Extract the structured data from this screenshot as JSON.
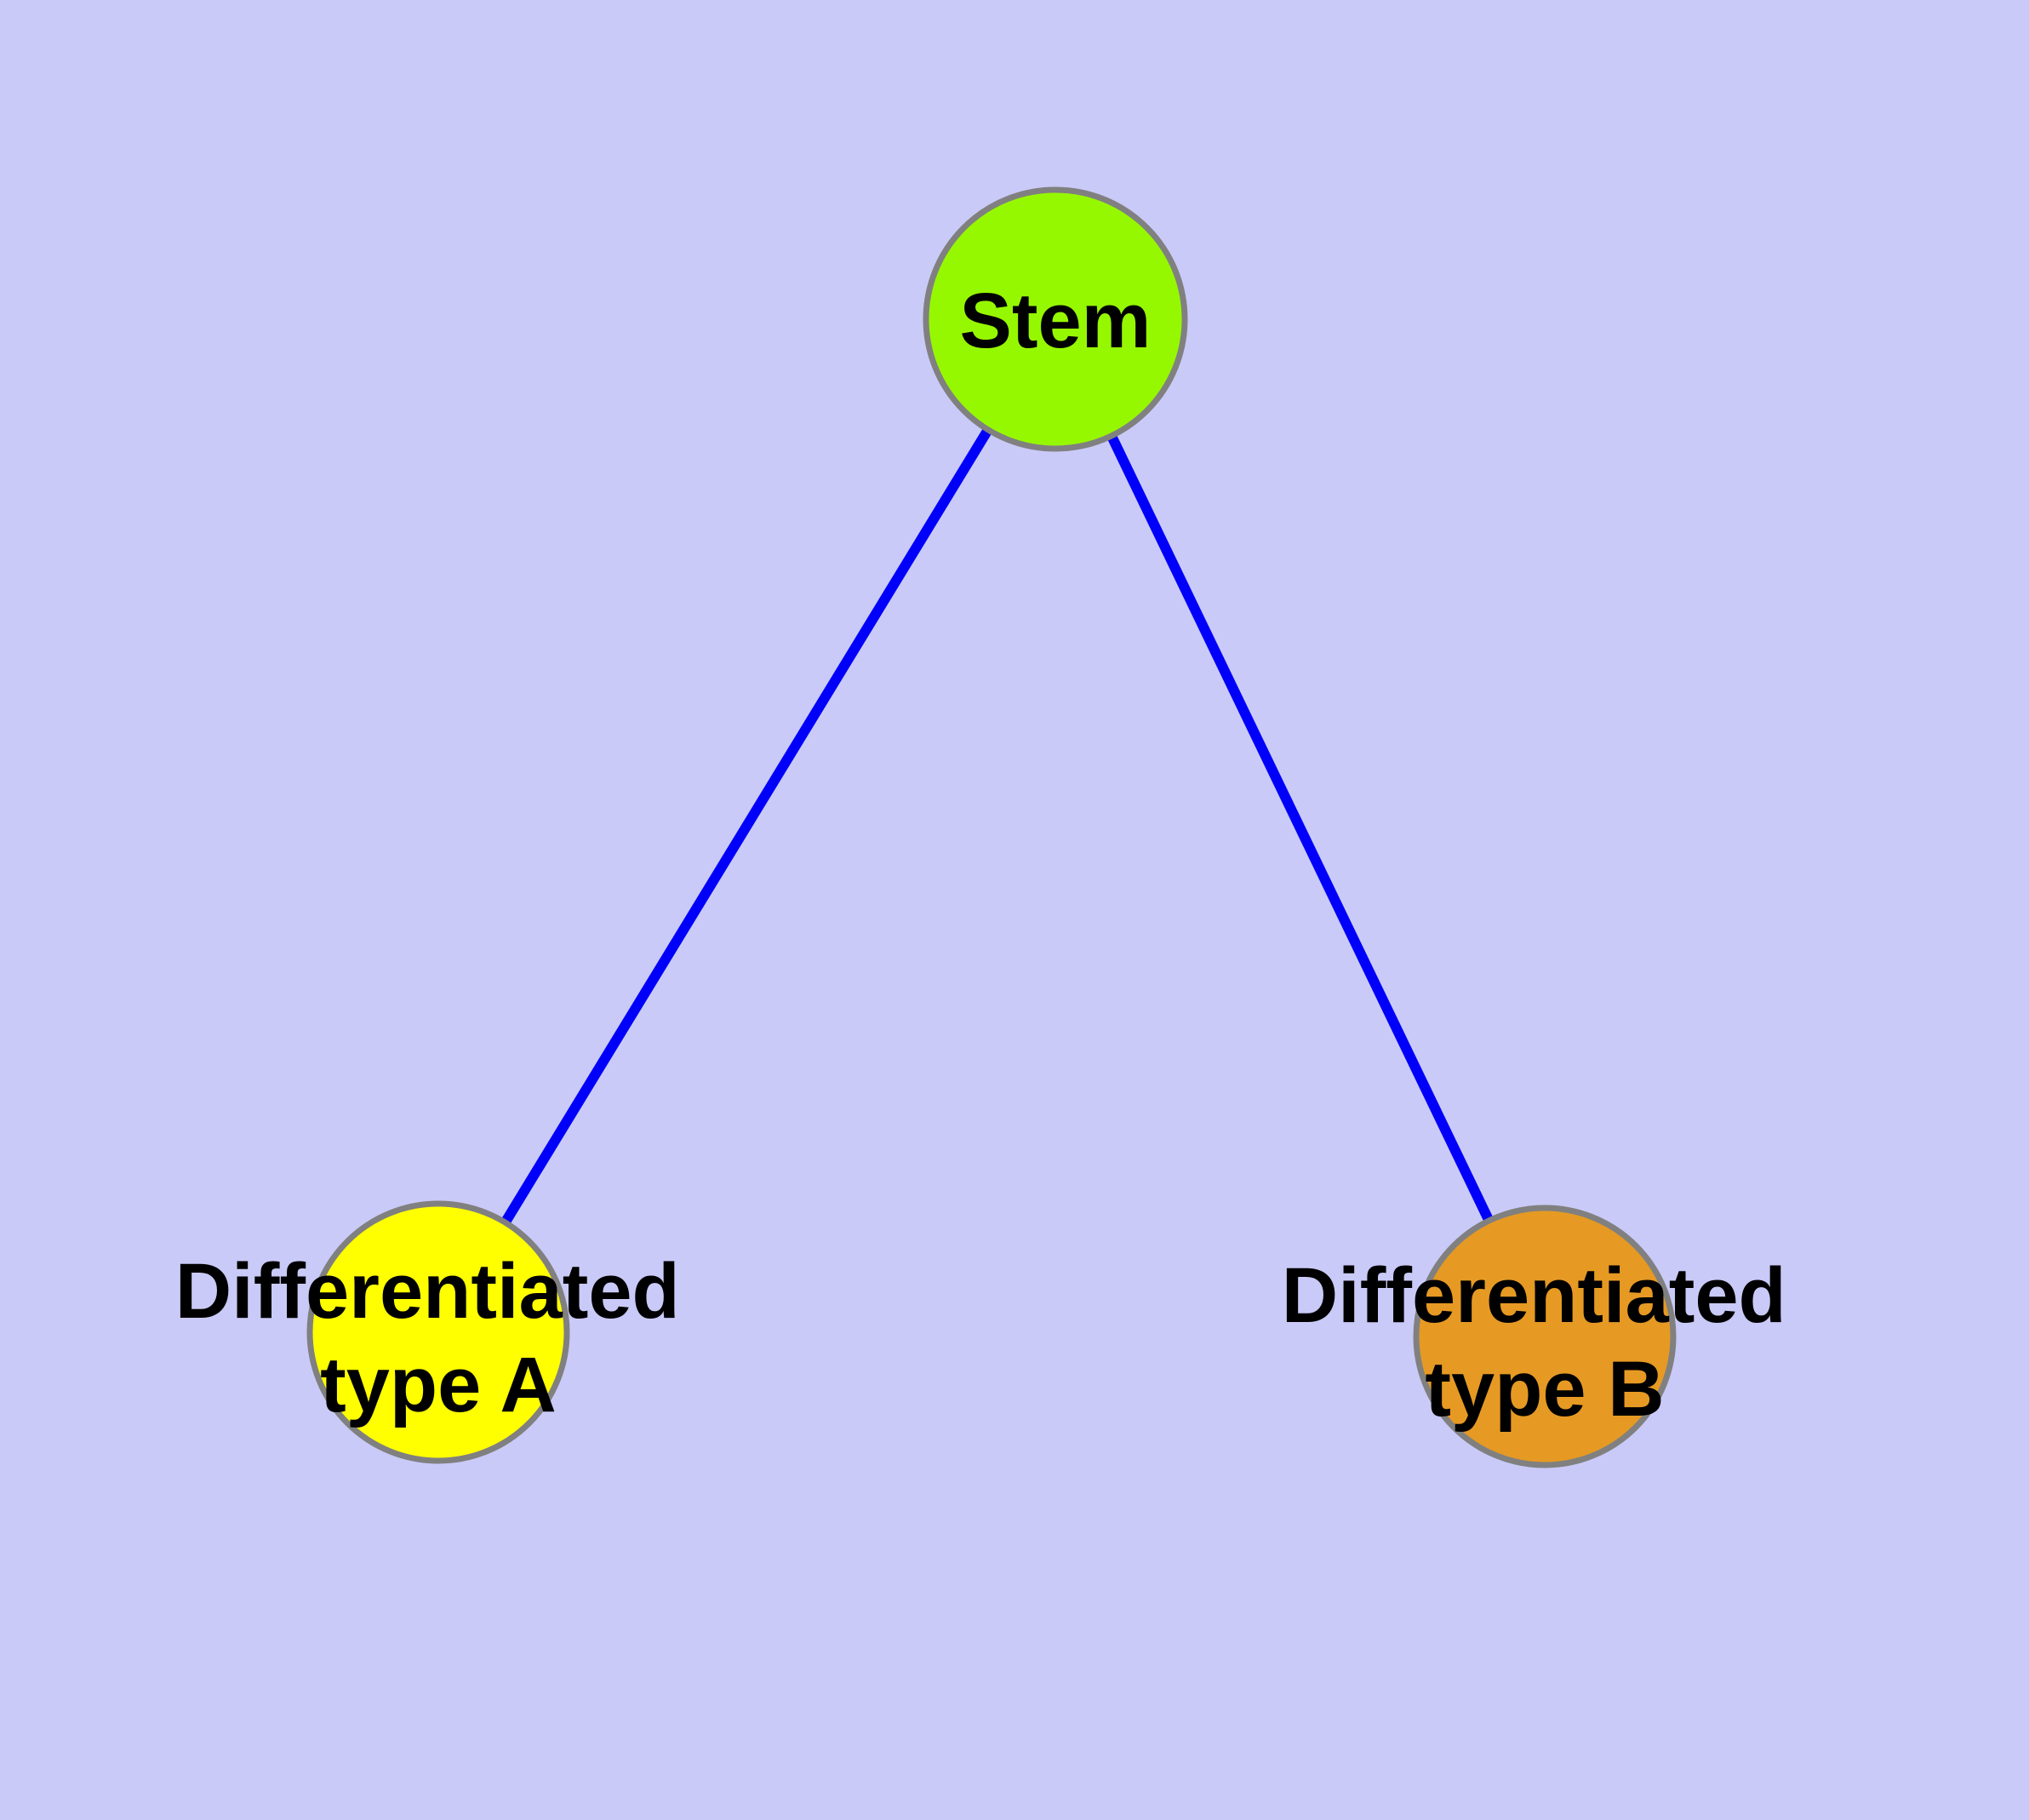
{
  "diagram": {
    "type": "node-link-graph",
    "description": "Stem cell differentiation graph: one stem node linked to two differentiated cell type nodes",
    "colors": {
      "background": "#CACAF8",
      "edge": "#0000FA",
      "node_border": "#808080",
      "label": "#000000"
    },
    "nodes": [
      {
        "id": "stem",
        "label": "Stem",
        "fill": "#96F800"
      },
      {
        "id": "type-a",
        "label": "Differentiated type A",
        "label_lines": [
          "Differentiated",
          "type A"
        ],
        "fill": "#FFFF00"
      },
      {
        "id": "type-b",
        "label": "Differentiated type B",
        "label_lines": [
          "Differentiated",
          "type B"
        ],
        "fill": "#E69A23"
      }
    ],
    "edges": [
      {
        "from": "Stem",
        "to": "Differentiated type A"
      },
      {
        "from": "Stem",
        "to": "Differentiated type B"
      }
    ]
  }
}
